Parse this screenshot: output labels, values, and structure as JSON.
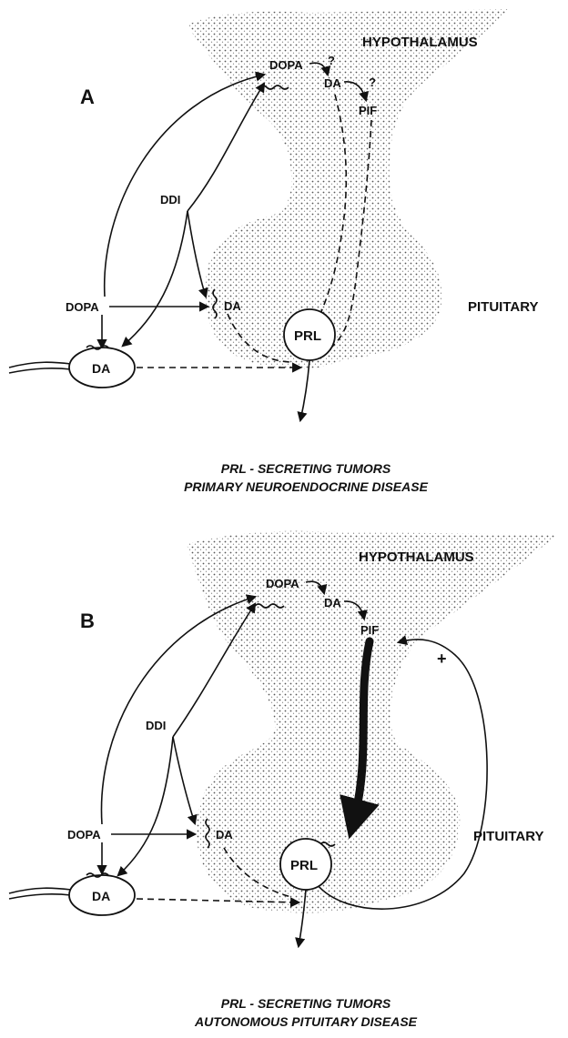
{
  "panel_a": {
    "letter": "A",
    "hypothalamus": "HYPOTHALAMUS",
    "pituitary": "PITUITARY",
    "dopa_top": "DOPA",
    "da_top": "DA",
    "pif": "PIF",
    "q1": "?",
    "q2": "?",
    "ddi": "DDI",
    "dopa_left": "DOPA",
    "da_pit": "DA",
    "prl": "PRL",
    "da_neuron": "DA",
    "caption_1": "PRL - SECRETING TUMORS",
    "caption_2": "PRIMARY NEUROENDOCRINE DISEASE"
  },
  "panel_b": {
    "letter": "B",
    "hypothalamus": "HYPOTHALAMUS",
    "pituitary": "PITUITARY",
    "dopa_top": "DOPA",
    "da_top": "DA",
    "pif": "PIF",
    "plus": "+",
    "ddi": "DDI",
    "dopa_left": "DOPA",
    "da_pit": "DA",
    "prl": "PRL",
    "da_neuron": "DA",
    "caption_1": "PRL - SECRETING TUMORS",
    "caption_2": "AUTONOMOUS PITUITARY DISEASE"
  }
}
